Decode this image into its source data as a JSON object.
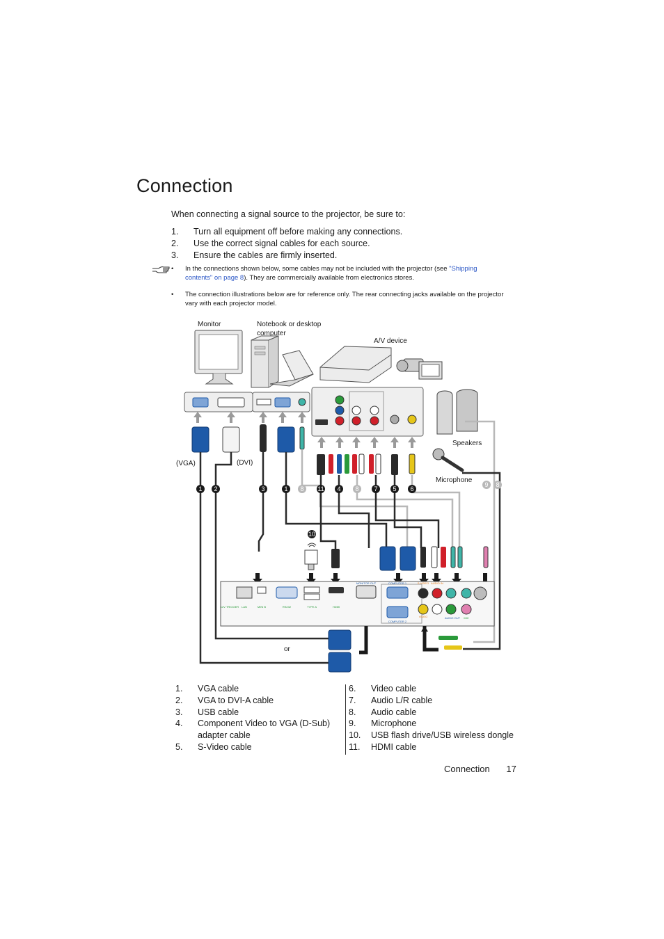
{
  "page": {
    "title": "Connection",
    "intro": "When connecting a signal source to the projector, be sure to:",
    "steps": [
      {
        "num": "1.",
        "text": "Turn all equipment off before making any connections."
      },
      {
        "num": "2.",
        "text": "Use the correct signal cables for each source."
      },
      {
        "num": "3.",
        "text": "Ensure the cables are firmly inserted."
      }
    ],
    "notes": {
      "note1_before": "In the connections shown below, some cables may not be included with the projector (see ",
      "note1_link": "\"Shipping contents\" on page 8",
      "note1_after": "). They are commercially available from electronics stores.",
      "note2": "The connection illustrations below are for reference only. The rear connecting jacks available on the projector vary with each projector model."
    },
    "footer": {
      "section": "Connection",
      "page": "17"
    }
  },
  "diagram": {
    "labels": {
      "monitor": "Monitor",
      "notebook_1": "Notebook or desktop",
      "notebook_2": "computer",
      "av_device": "A/V device",
      "speakers": "Speakers",
      "microphone": "Microphone",
      "vga": "(VGA)",
      "dvi": "(DVI)",
      "or": "or"
    },
    "callouts": [
      "1",
      "2",
      "3",
      "1",
      "8",
      "11",
      "4",
      "8",
      "7",
      "5",
      "6",
      "9",
      "8",
      "10"
    ],
    "port_labels": [
      "12V TRIGGER",
      "LAN",
      "MINI B",
      "RS232",
      "TYPE A",
      "HDMI",
      "MONITOR OUT",
      "COMPUTER 1",
      "COMPUTER 2",
      "S-VIDEO",
      "VIDEO",
      "AUDIO IN",
      "AUDIO OUT",
      "MIC"
    ],
    "colors": {
      "vga_blue": "#1e5aa8",
      "cable_dark": "#2a2a2a",
      "cable_gray": "#b8b8b8",
      "rca_red": "#d0202a",
      "rca_green": "#2a9a3a",
      "rca_yellow": "#e6c619",
      "audio_teal": "#3fb5a8",
      "mic_pink": "#e080b0"
    }
  },
  "legend": {
    "left": [
      {
        "num": "1.",
        "text": "VGA cable"
      },
      {
        "num": "2.",
        "text": "VGA to DVI-A cable"
      },
      {
        "num": "3.",
        "text": "USB cable"
      },
      {
        "num": "4.",
        "text": "Component Video to VGA (D-Sub) adapter cable"
      },
      {
        "num": "5.",
        "text": "S-Video cable"
      }
    ],
    "right": [
      {
        "num": "6.",
        "text": "Video cable"
      },
      {
        "num": "7.",
        "text": "Audio L/R cable"
      },
      {
        "num": "8.",
        "text": "Audio cable"
      },
      {
        "num": "9.",
        "text": "Microphone"
      },
      {
        "num": "10.",
        "text": "USB flash drive/USB wireless dongle"
      },
      {
        "num": "11.",
        "text": "HDMI cable"
      }
    ]
  }
}
